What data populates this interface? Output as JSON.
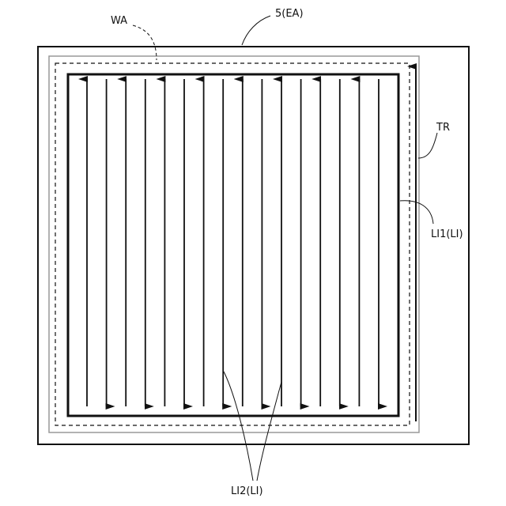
{
  "labels": {
    "ea": "5(EA)",
    "wa": "WA",
    "tr": "TR",
    "li1": "LI1(LI)",
    "li2": "LI2(LI)"
  },
  "colors": {
    "line": "#111111",
    "inner_border": "#999999",
    "background": "#ffffff"
  },
  "scan_lines": [
    {
      "direction": "up"
    },
    {
      "direction": "down"
    },
    {
      "direction": "up"
    },
    {
      "direction": "down"
    },
    {
      "direction": "up"
    },
    {
      "direction": "down"
    },
    {
      "direction": "up"
    },
    {
      "direction": "down"
    },
    {
      "direction": "up"
    },
    {
      "direction": "down"
    },
    {
      "direction": "up"
    },
    {
      "direction": "down"
    },
    {
      "direction": "up"
    },
    {
      "direction": "down"
    },
    {
      "direction": "up"
    },
    {
      "direction": "down"
    }
  ],
  "edge_arrow": {
    "direction": "up"
  }
}
